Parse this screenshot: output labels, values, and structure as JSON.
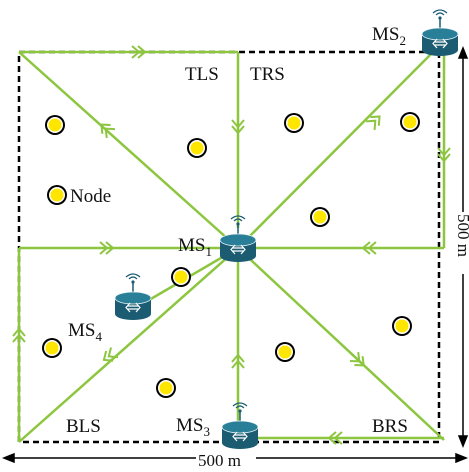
{
  "diagram": {
    "colors": {
      "path": "#8cc63f",
      "node_fill": "#ffe600",
      "node_stroke": "#000000",
      "router_body": "#1b5c72",
      "router_top": "#2a7f98",
      "boundary": "#000000"
    },
    "regions": {
      "tls": "TLS",
      "trs": "TRS",
      "bls": "BLS",
      "brs": "BRS"
    },
    "sinks": {
      "ms1": {
        "base": "MS",
        "sub": "1"
      },
      "ms2": {
        "base": "MS",
        "sub": "2"
      },
      "ms3": {
        "base": "MS",
        "sub": "3"
      },
      "ms4": {
        "base": "MS",
        "sub": "4"
      }
    },
    "legend": {
      "node_label": "Node",
      "icon": "yellow-circle-node"
    },
    "dimensions": {
      "width_label": "500 m",
      "height_label": "500 m"
    },
    "icons": {
      "router": "router-icon",
      "antenna": "antenna-icon"
    }
  }
}
